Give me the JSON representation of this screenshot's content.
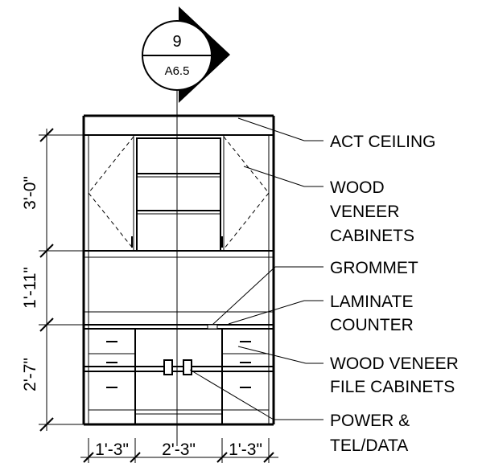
{
  "section_tag": {
    "number": "9",
    "sheet": "A6.5"
  },
  "notes": {
    "act_ceiling": "ACT CEILING",
    "wood_veneer_cabinets": [
      "WOOD",
      "VENEER",
      "CABINETS"
    ],
    "grommet": "GROMMET",
    "laminate_counter": [
      "LAMINATE",
      "COUNTER"
    ],
    "wood_veneer_file_cabinets": [
      "WOOD VENEER",
      "FILE CABINETS"
    ],
    "power_tel_data": [
      "POWER &",
      "TEL/DATA"
    ]
  },
  "vertical_dimensions": {
    "upper": "3'-0\"",
    "middle": "1'-11\"",
    "lower": "2'-7\""
  },
  "horizontal_dimensions": {
    "left": "1'-3\"",
    "center": "2'-3\"",
    "right": "1'-3\""
  }
}
